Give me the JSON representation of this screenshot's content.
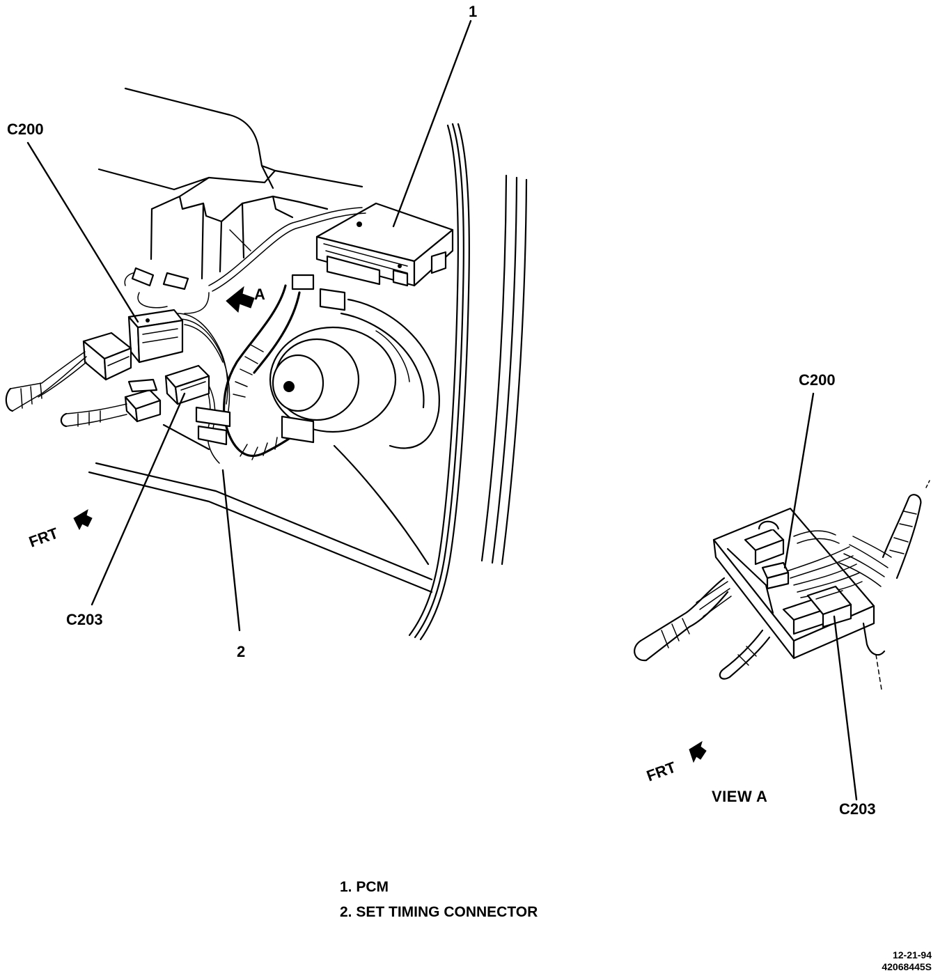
{
  "callouts": {
    "c200_main": "C200",
    "c203_main": "C203",
    "item1": "1",
    "item2": "2",
    "view_arrow": "A",
    "frt_main": "FRT",
    "c200_view": "C200",
    "c203_view": "C203",
    "frt_view": "FRT",
    "view_title": "VIEW A"
  },
  "legend": {
    "items": [
      "1. PCM",
      "2. SET TIMING CONNECTOR"
    ]
  },
  "stamp": {
    "date": "12-21-94",
    "part_number": "42068445S"
  }
}
